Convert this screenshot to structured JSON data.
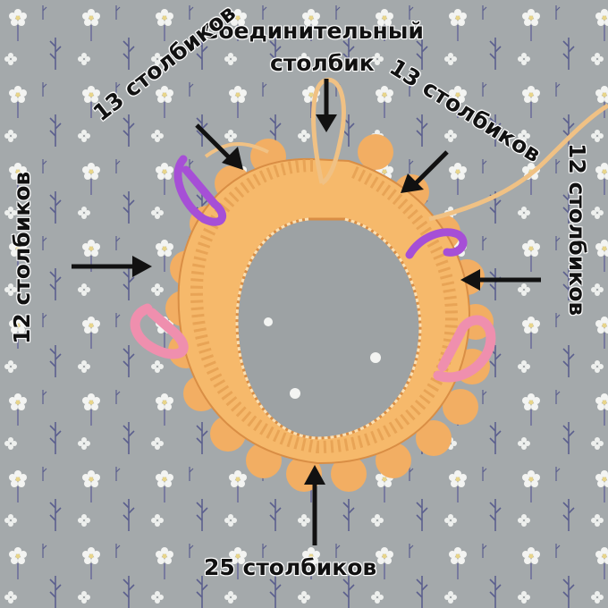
{
  "labels": {
    "slip_stitch_line1": "Соединительный",
    "slip_stitch_line2": "столбик",
    "top_left": "13 столбиков",
    "top_right": "13 столбиков",
    "left": "12 столбиков",
    "right": "12 столбиков",
    "bottom": "25 столбиков"
  },
  "colors": {
    "background": "#a4a9ab",
    "yarn": "#f4b76a",
    "yarn_shadow": "#d9914a",
    "marker_purple": "#a64fd6",
    "marker_pink": "#ef8fae",
    "text": "#111111"
  },
  "icons": [
    "arrow-icon",
    "stitch-marker-icon",
    "flower-pattern"
  ]
}
